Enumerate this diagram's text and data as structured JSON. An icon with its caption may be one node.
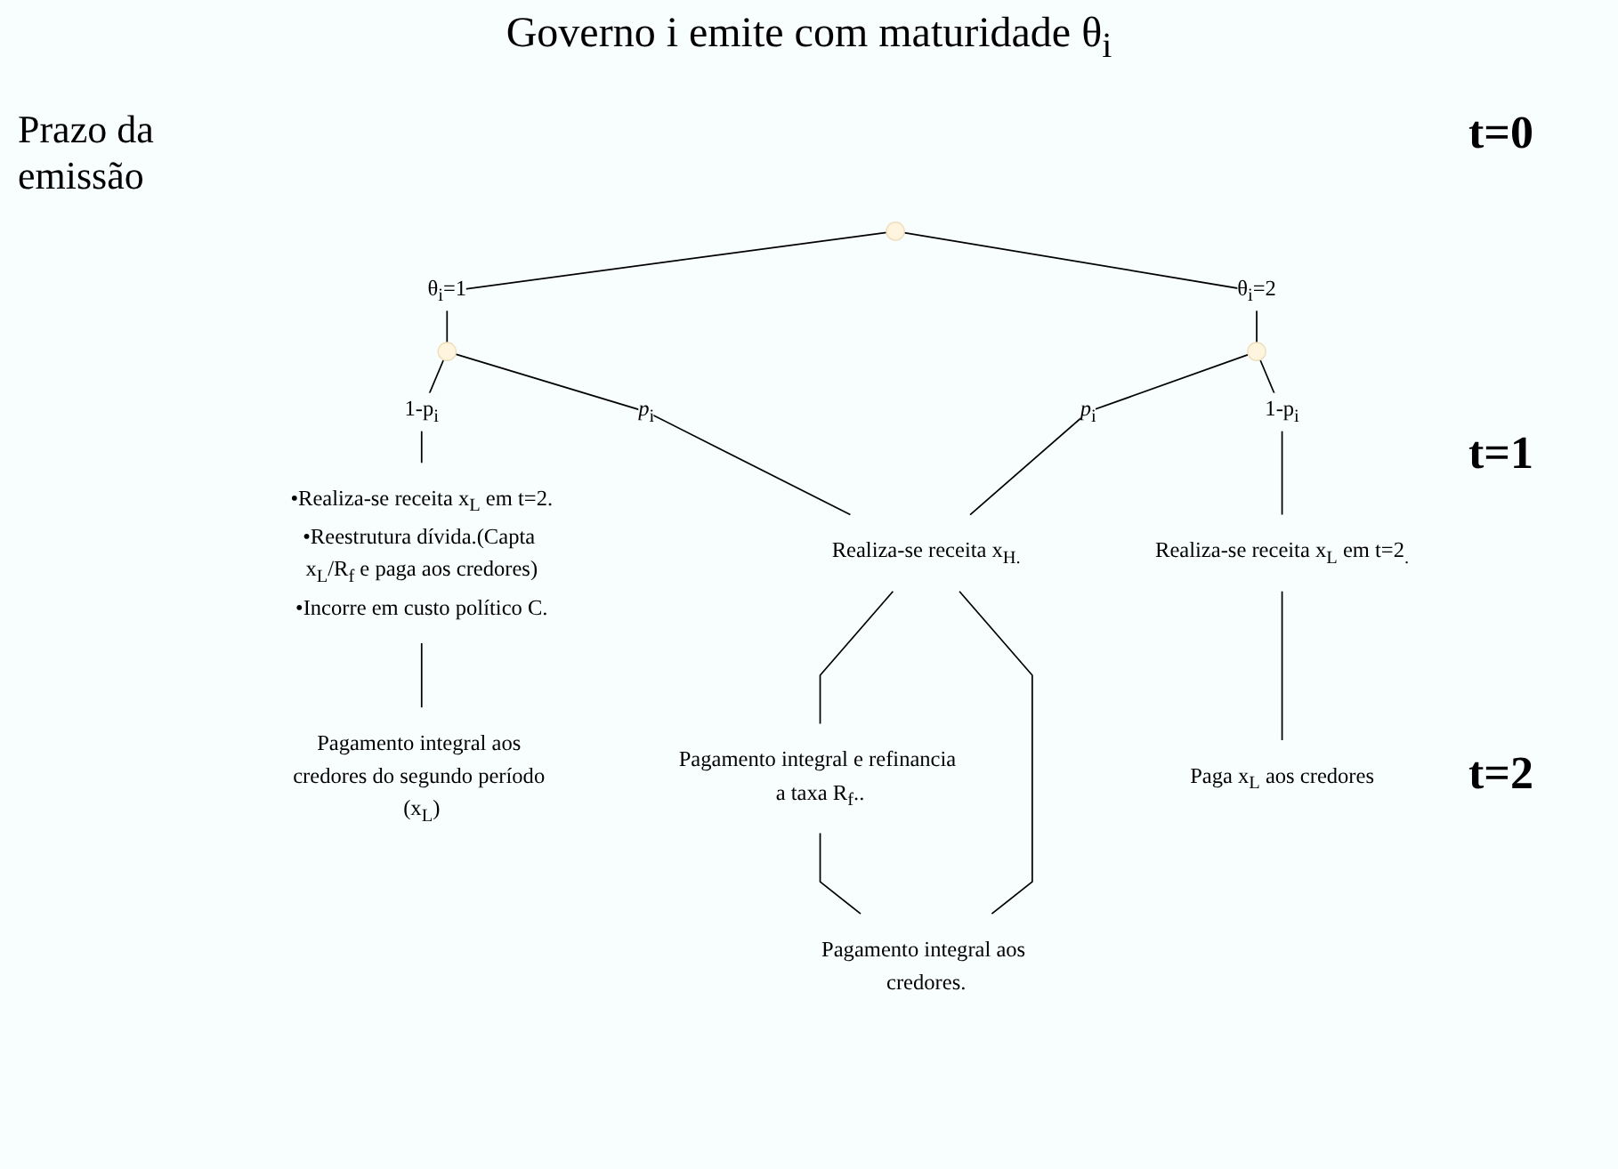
{
  "diagram": {
    "title": "Governo i emite com maturidade θ$_{i}$",
    "nodes": [
      {
        "text": [],
        "shape": "point"
      },
      {
        "text": [],
        "shape": "point"
      },
      {
        "text": [],
        "shape": "point"
      },
      {
        "text": [
          "•Realiza-se receita x$_{L}$ em t=2.",
          "•Reestrutura dívida.(Capta x$_{L}$/R$_{f}$ e paga aos credores)",
          "•Incorre em custo político C."
        ]
      },
      {
        "text": [
          "Realiza-se receita x$_{H.}$"
        ]
      },
      {
        "text": [
          "Pagamento integral e refinancia a taxa R$_{f}$.."
        ]
      },
      {
        "text": [
          "Realiza-se receita x$_{L}$ em t=2$_{.}$"
        ]
      },
      {
        "text": [
          "Pagamento integral aos credores do segundo período (x$_{L}$)"
        ]
      },
      {
        "text": [
          "Pagamento integral aos credores."
        ]
      },
      {
        "text": [
          "Paga x$_{L}$ aos credores"
        ]
      }
    ],
    "edges": [
      {
        "from": 0,
        "to": 1,
        "arrow": "none",
        "label": "θ$_{i}$=1"
      },
      {
        "from": 0,
        "to": 2,
        "arrow": "none",
        "label": "θ$_{i}$=2"
      },
      {
        "from": 1,
        "to": 3,
        "arrow": "none",
        "label": "1-p$_{i}$"
      },
      {
        "from": 1,
        "to": 4,
        "arrow": "none",
        "label": "*p*$_{i}$"
      },
      {
        "from": 2,
        "to": 4,
        "arrow": "none",
        "label": "*p*$_{i}$"
      },
      {
        "from": 2,
        "to": 6,
        "arrow": "none",
        "label": "1-p$_{i}$"
      },
      {
        "from": 4,
        "to": 5,
        "arrow": "none"
      },
      {
        "from": 3,
        "to": 7,
        "arrow": "none"
      },
      {
        "from": 5,
        "to": 8,
        "arrow": "none"
      },
      {
        "from": 4,
        "to": 8,
        "arrow": "none"
      },
      {
        "from": 6,
        "to": 9,
        "arrow": "none"
      }
    ],
    "labels": [
      "t=0",
      "Prazo da emissão",
      "t=1",
      "t=2"
    ]
  }
}
